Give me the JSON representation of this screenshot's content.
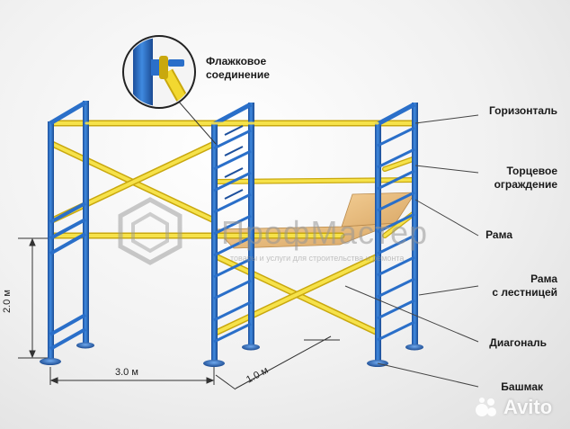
{
  "labels": {
    "flag_connection_line1": "Флажковое",
    "flag_connection_line2": "соединение",
    "horizontal": "Горизонталь",
    "end_guard_line1": "Торцевое",
    "end_guard_line2": "ограждение",
    "frame": "Рама",
    "ladder_frame_line1": "Рама",
    "ladder_frame_line2": "с лестницей",
    "diagonal": "Диагональ",
    "shoe": "Башмак"
  },
  "dimensions": {
    "height": "2.0 м",
    "width": "3.0 м",
    "depth": "1.0 м"
  },
  "watermark": {
    "brand": "ПрофМастер",
    "tagline": "товары и услуги для строительства и ремонта"
  },
  "avito": {
    "text": "Avito"
  },
  "colors": {
    "frame_blue": "#2a6fc9",
    "rail_yellow": "#f2dc2a",
    "deck_wood": "#e7b97a"
  }
}
